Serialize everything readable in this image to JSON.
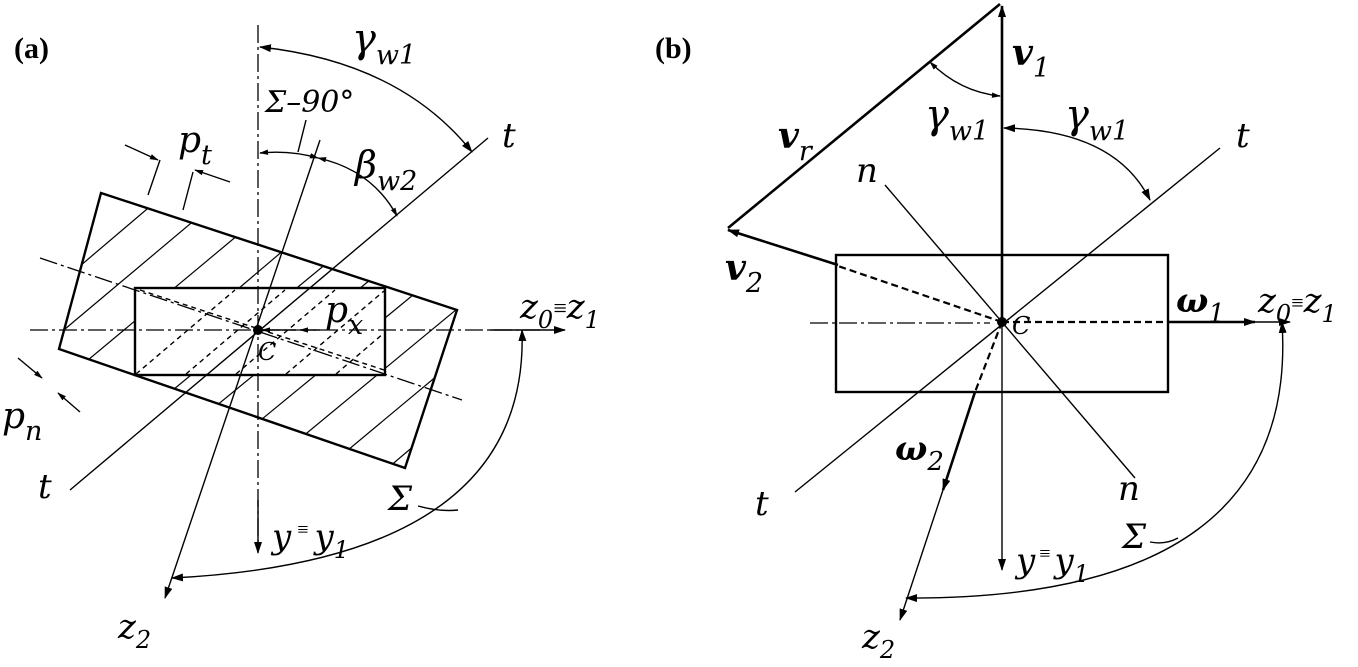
{
  "panels": {
    "a": {
      "tag": "(a)",
      "labels": {
        "gamma_w1": "γ",
        "gamma_w1_sub": "w1",
        "sigma_minus_90": "Σ–90°",
        "beta_w2": "β",
        "beta_w2_sub": "w2",
        "p_t": "p",
        "p_t_sub": "t",
        "p_x": "p",
        "p_x_sub": "x",
        "p_n": "p",
        "p_n_sub": "n",
        "t_upper": "t",
        "t_lower": "t",
        "c": "C",
        "z0": "z",
        "z0_sub": "0",
        "equiv": "≡",
        "z1": "z",
        "z1_sub": "1",
        "y": "y",
        "y1": "y",
        "y1_sub": "1",
        "z2": "z",
        "z2_sub": "2",
        "sigma": "Σ"
      }
    },
    "b": {
      "tag": "(b)",
      "labels": {
        "v1": "v",
        "v1_sub": "1",
        "vr": "v",
        "vr_sub": "r",
        "v2": "v",
        "v2_sub": "2",
        "gamma_top": "γ",
        "gamma_top_sub": "w1",
        "gamma_right": "γ",
        "gamma_right_sub": "w1",
        "t_upper": "t",
        "t_lower": "t",
        "n_upper": "n",
        "n_lower": "n",
        "c": "C",
        "omega1": "ω",
        "omega1_sub": "1",
        "omega2": "ω",
        "omega2_sub": "2",
        "z0": "z",
        "z0_sub": "0",
        "equiv": "≡",
        "z1": "z",
        "z1_sub": "1",
        "y": "y",
        "y1": "y",
        "y1_sub": "1",
        "z2": "z",
        "z2_sub": "2",
        "sigma": "Σ"
      }
    }
  }
}
